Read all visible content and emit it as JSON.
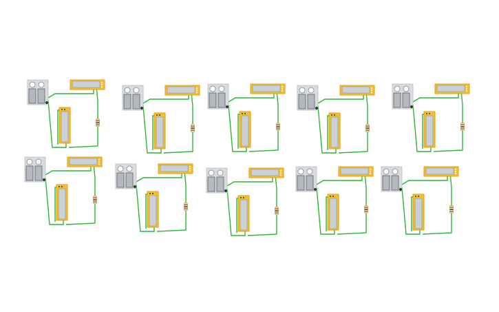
{
  "canvas": {
    "background": "#ffffff"
  },
  "colors": {
    "wire": "#2bb534",
    "module_border": "#e0a21a",
    "module_fill": "#f5bf2c",
    "screen": "#c9d1d6",
    "panel": "#d9dcdf",
    "panel_dark": "#8e969c",
    "resistor_body": "#e8d6a6",
    "resistor_band": "#b5481c"
  },
  "circuits": [
    {
      "id": 1,
      "icons": [
        "battery-holder-icon",
        "lcd-display-icon",
        "vertical-module-icon",
        "resistor-icon"
      ]
    },
    {
      "id": 2,
      "icons": [
        "battery-holder-icon",
        "lcd-display-icon",
        "vertical-module-icon",
        "resistor-icon"
      ]
    },
    {
      "id": 3,
      "icons": [
        "battery-holder-icon",
        "lcd-display-icon",
        "vertical-module-icon",
        "resistor-icon"
      ]
    },
    {
      "id": 4,
      "icons": [
        "battery-holder-icon",
        "lcd-display-icon",
        "vertical-module-icon",
        "resistor-icon"
      ]
    },
    {
      "id": 5,
      "icons": [
        "battery-holder-icon",
        "lcd-display-icon",
        "vertical-module-icon",
        "resistor-icon"
      ]
    },
    {
      "id": 6,
      "icons": [
        "battery-holder-icon",
        "lcd-display-icon",
        "vertical-module-icon",
        "resistor-icon"
      ]
    },
    {
      "id": 7,
      "icons": [
        "battery-holder-icon",
        "lcd-display-icon",
        "vertical-module-icon",
        "resistor-icon"
      ]
    },
    {
      "id": 8,
      "icons": [
        "battery-holder-icon",
        "lcd-display-icon",
        "vertical-module-icon",
        "resistor-icon"
      ]
    },
    {
      "id": 9,
      "icons": [
        "battery-holder-icon",
        "lcd-display-icon",
        "vertical-module-icon",
        "resistor-icon"
      ]
    },
    {
      "id": 10,
      "icons": [
        "battery-holder-icon",
        "lcd-display-icon",
        "vertical-module-icon",
        "resistor-icon"
      ]
    }
  ]
}
